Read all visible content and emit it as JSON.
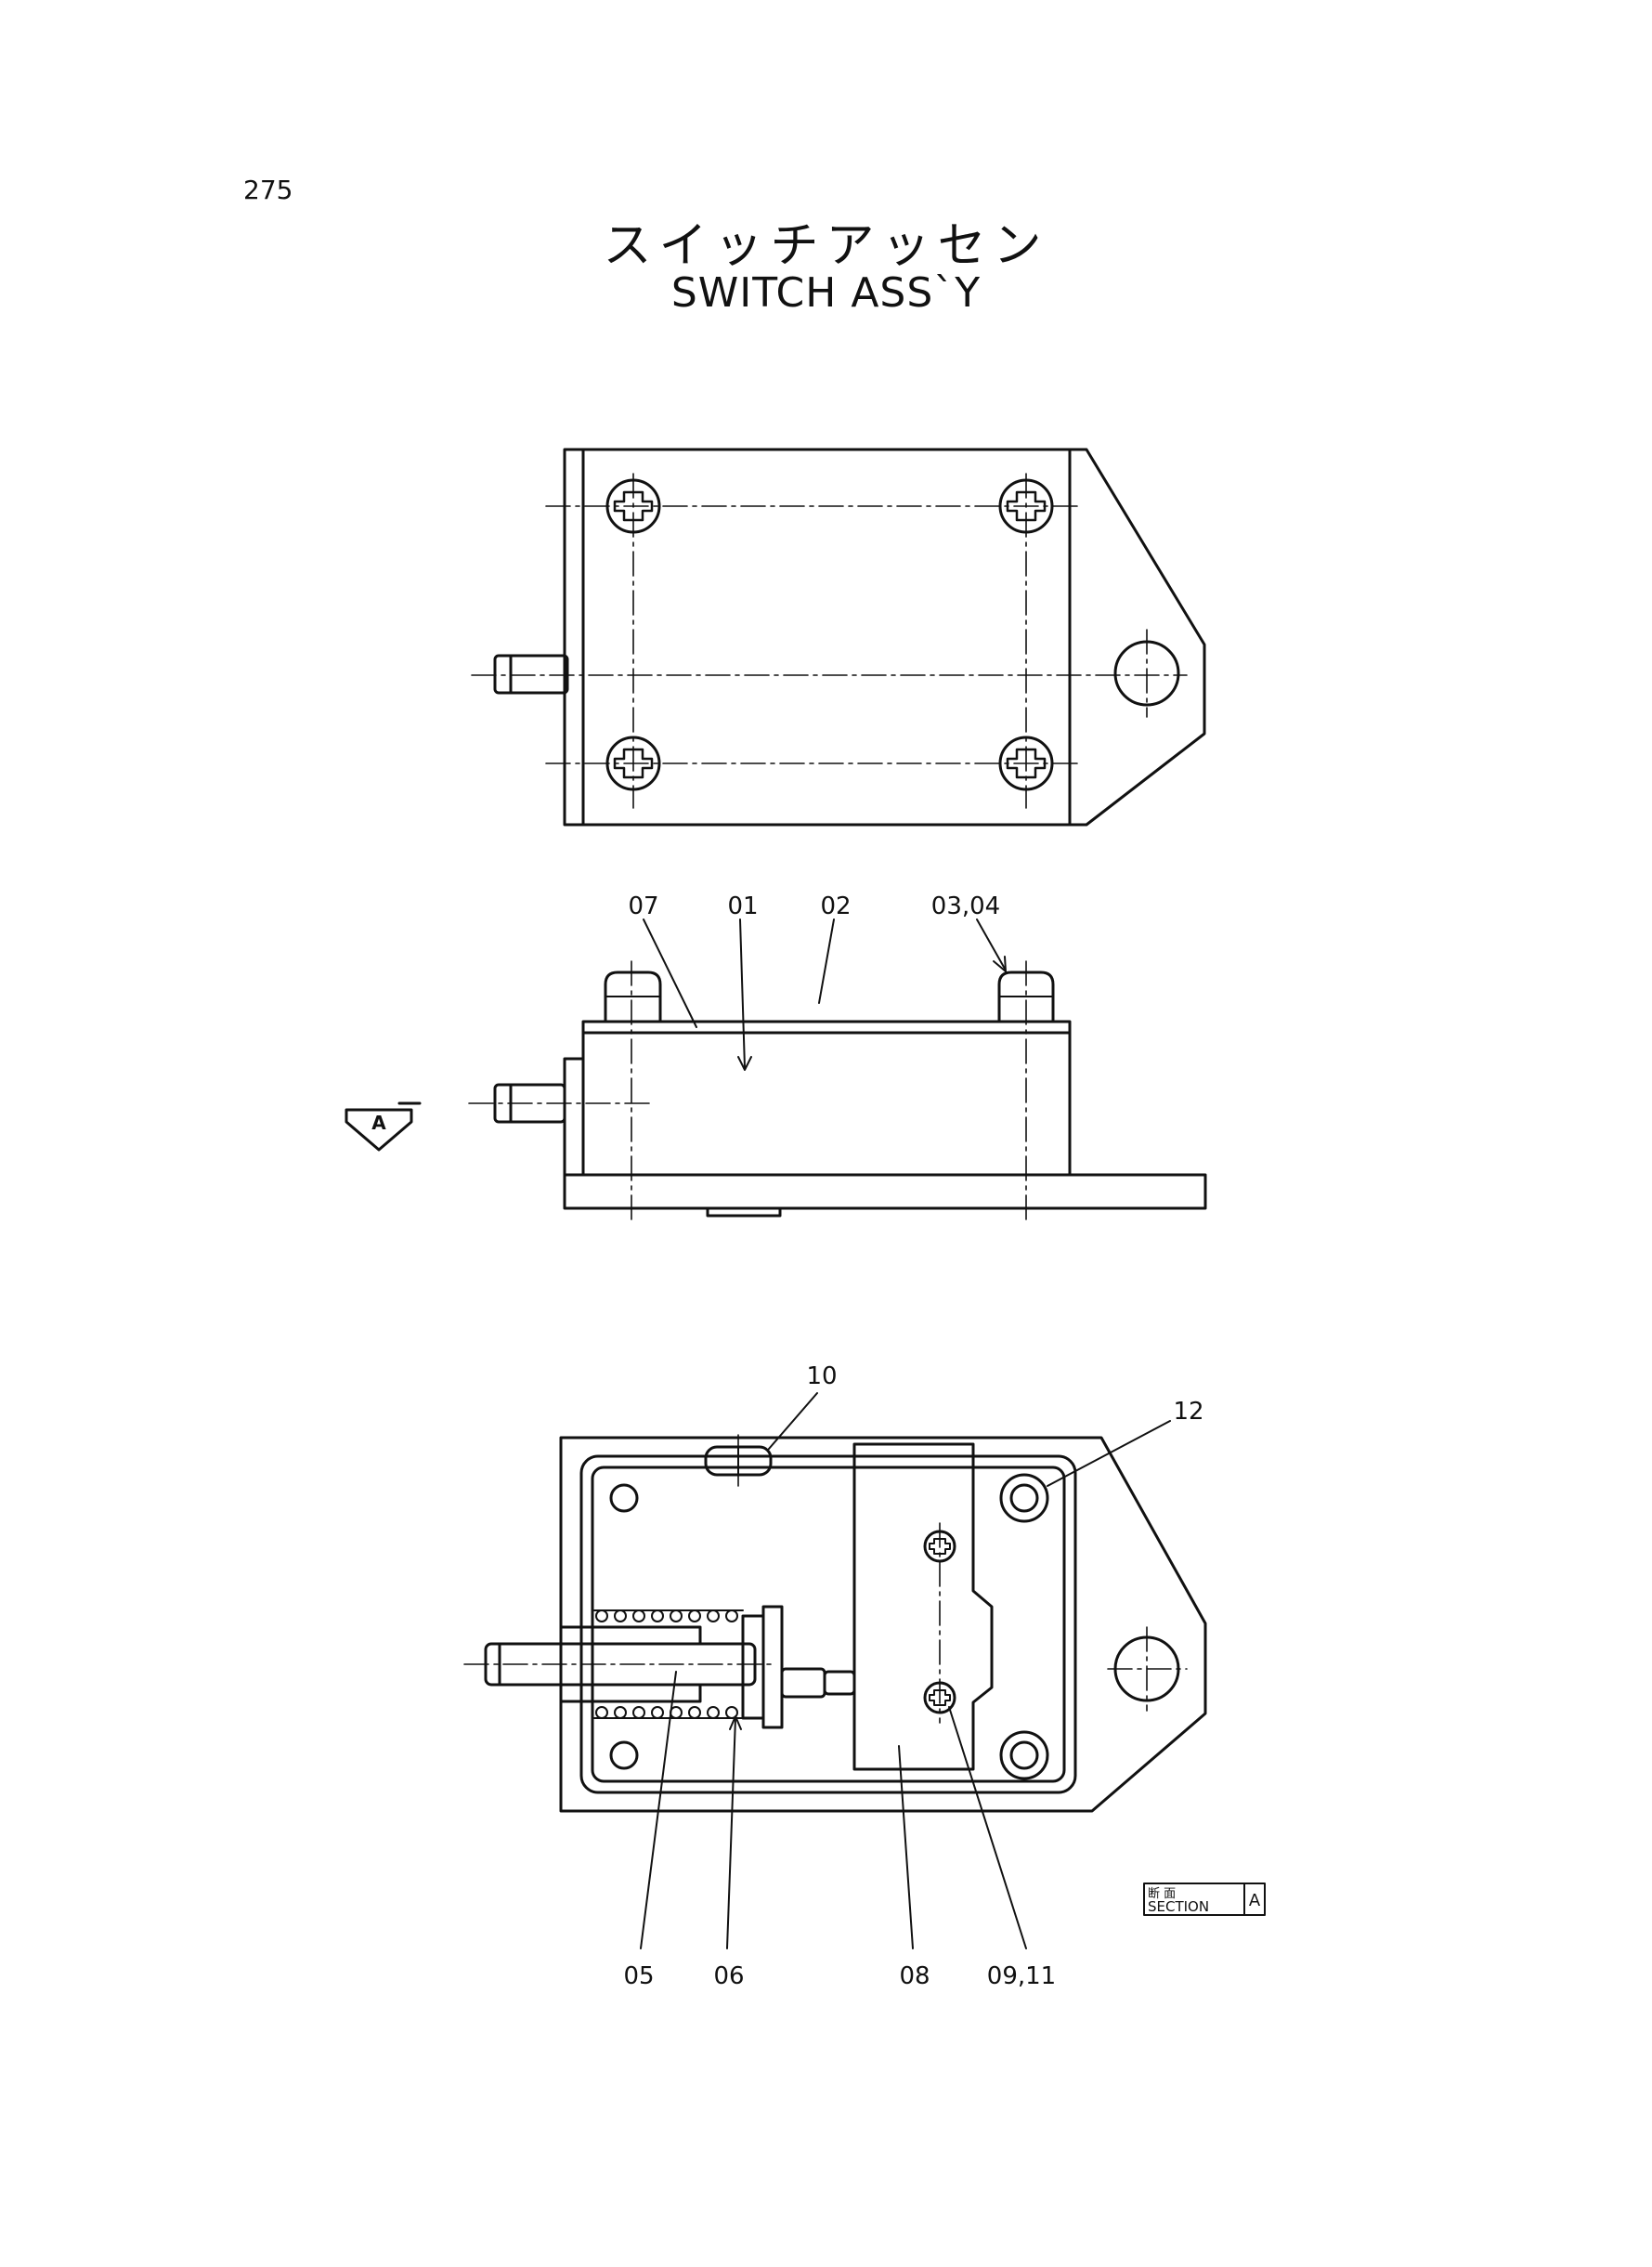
{
  "page_number": "275",
  "title_jp": "スイッチアッセン",
  "title_en": "SWITCH ASS`Y",
  "section_marker": "A",
  "side_view_callouts": {
    "c07": "07",
    "c01": "01",
    "c02": "02",
    "c0304": "03,04"
  },
  "section_view_callouts": {
    "c10": "10",
    "c12": "12",
    "c05": "05",
    "c06": "06",
    "c08": "08",
    "c0911": "09,11"
  },
  "section_label": {
    "jp": "断 面",
    "en": "SECTION",
    "letter": "A"
  },
  "colors": {
    "ink": "#111111",
    "paper": "#ffffff"
  }
}
